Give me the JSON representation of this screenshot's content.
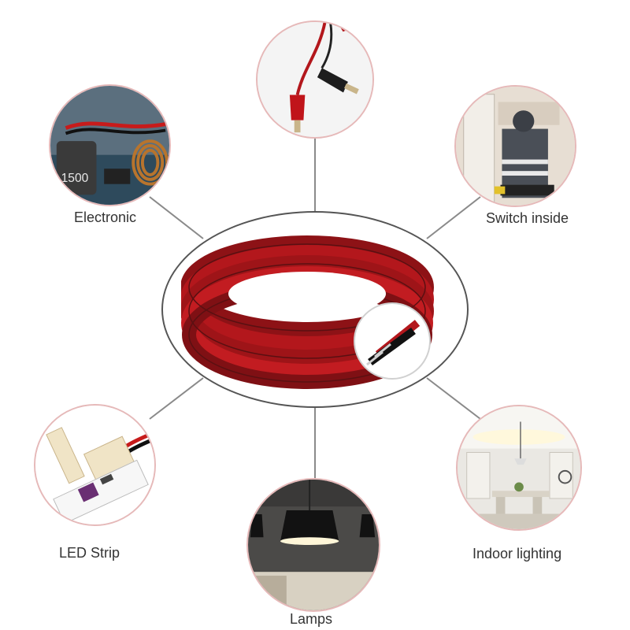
{
  "items": [
    {
      "label": "Electronic"
    },
    {
      "label": "Switch inside"
    },
    {
      "label": "LED Strip"
    },
    {
      "label": "Lamps"
    },
    {
      "label": "Indoor lighting"
    }
  ],
  "colors": {
    "wire_red": "#b3171c",
    "wire_dark": "#5a1012",
    "circle_border": "#e6b9b9",
    "connector_line": "#8a8a8a"
  },
  "icons": [
    "wire-clips-icon",
    "electronic-board-icon",
    "electrician-icon",
    "led-strip-icon",
    "lamp-icon",
    "indoor-lighting-icon",
    "wire-coil-icon"
  ]
}
